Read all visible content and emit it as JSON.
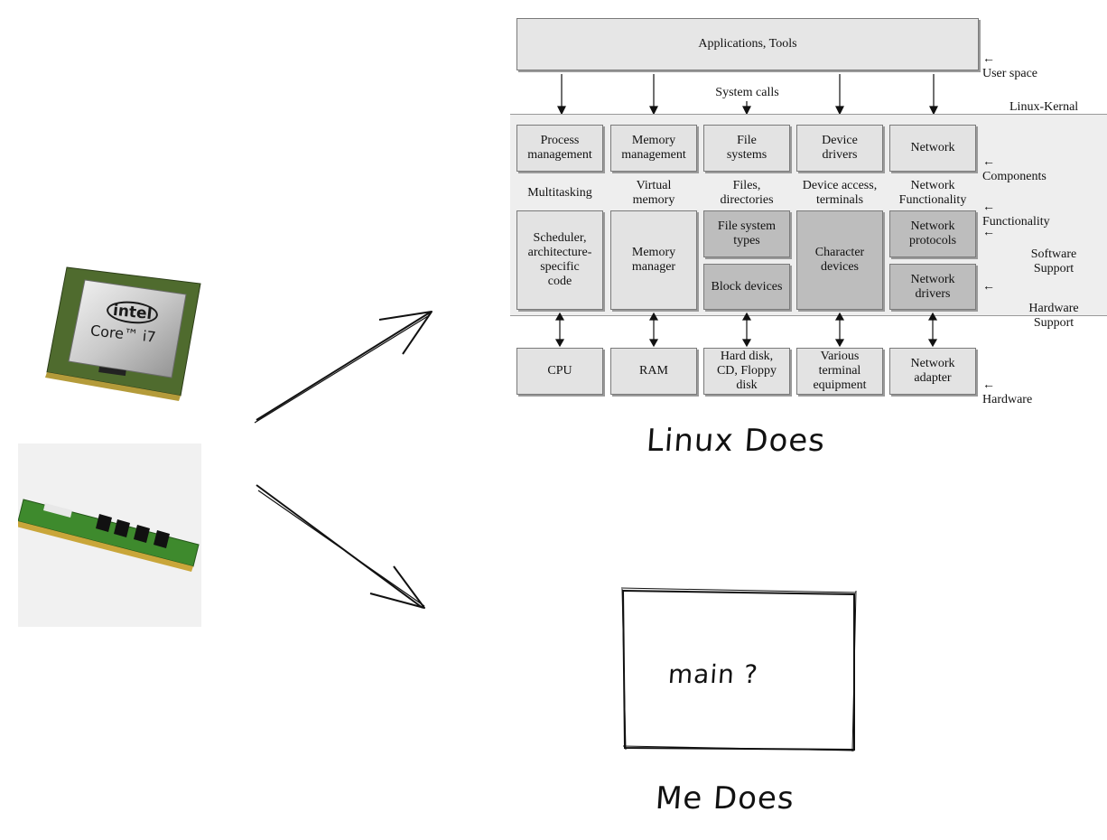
{
  "diagram": {
    "applications_label": "Applications, Tools",
    "user_space_label": "User space",
    "system_calls_label": "System calls",
    "kernel_label": "Linux-Kernal",
    "components": [
      "Process\nmanagement",
      "Memory\nmanagement",
      "File\nsystems",
      "Device\ndrivers",
      "Network"
    ],
    "components_label": "Components",
    "functionality": [
      "Multitasking",
      "Virtual\nmemory",
      "Files,\ndirectories",
      "Device access,\nterminals",
      "Network\nFunctionality"
    ],
    "functionality_label": "Functionality",
    "software_boxes": {
      "scheduler": "Scheduler,\narchitecture-\nspecific\ncode",
      "memory_manager": "Memory\nmanager",
      "fs_types": "File system\ntypes",
      "block_devices": "Block devices",
      "char_devices": "Character\ndevices",
      "net_protocols": "Network\nprotocols",
      "net_drivers": "Network\ndrivers"
    },
    "software_support_label": "Software\nSupport",
    "hardware_support_label": "Hardware\nSupport",
    "hardware": [
      "CPU",
      "RAM",
      "Hard disk,\nCD, Floppy\ndisk",
      "Various\nterminal\nequipment",
      "Network\nadapter"
    ],
    "hardware_label": "Hardware"
  },
  "captions": {
    "linux_does": "Linux Does",
    "me_does": "Me Does",
    "main_box": "main ?"
  },
  "images": {
    "cpu_brand": "intel",
    "cpu_model": "Core™ i7"
  }
}
